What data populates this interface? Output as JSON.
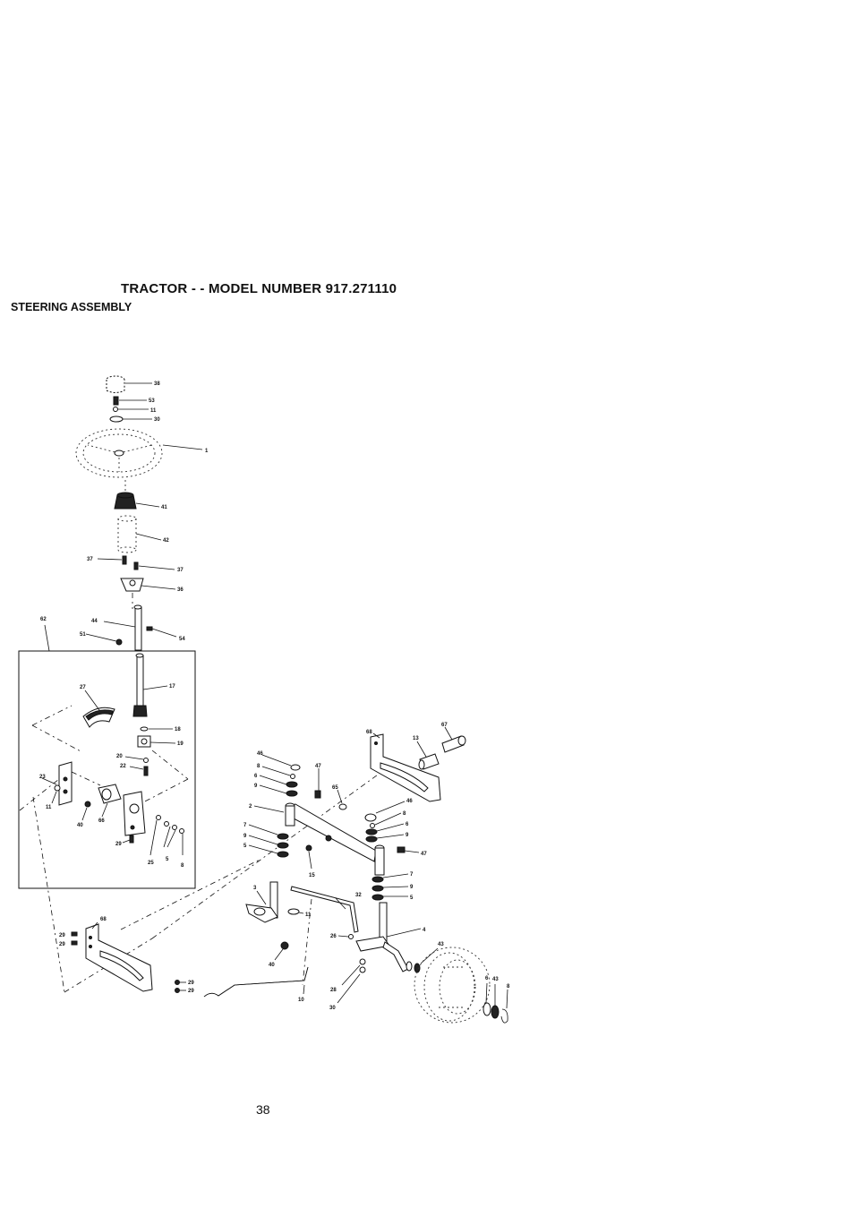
{
  "header": {
    "title": "TRACTOR - - MODEL NUMBER 917.271110",
    "section": "STEERING ASSEMBLY"
  },
  "page_number": "38",
  "callouts": {
    "c38": "38",
    "c53": "53",
    "c11a": "11",
    "c30a": "30",
    "c1": "1",
    "c41": "41",
    "c42": "42",
    "c37a": "37",
    "c37b": "37",
    "c36": "36",
    "c62": "62",
    "c44": "44",
    "c51": "51",
    "c54": "54",
    "c17": "17",
    "c27": "27",
    "c18": "18",
    "c19": "19",
    "c20": "20",
    "c22": "22",
    "c23": "23",
    "c11b": "11",
    "c40a": "40",
    "c66": "66",
    "c29a": "29",
    "c25": "25",
    "c5a": "5",
    "c8a": "8",
    "c68a": "68",
    "c67": "67",
    "c13": "13",
    "c46a": "46",
    "c8b": "8",
    "c6a": "6",
    "c9a": "9",
    "c47a": "47",
    "c65": "65",
    "c2": "2",
    "c7a": "7",
    "c9b": "9",
    "c5b": "5",
    "c15": "15",
    "c46b": "46",
    "c8c": "8",
    "c6b": "6",
    "c9c": "9",
    "c47b": "47",
    "c7b": "7",
    "c9d": "9",
    "c5c": "5",
    "c3": "3",
    "c32": "32",
    "c11c": "11",
    "c26": "26",
    "c4": "4",
    "c43a": "43",
    "c40b": "40",
    "c68b": "68",
    "c29b": "29",
    "c29c": "29",
    "c29d": "29",
    "c29e": "29",
    "c10": "10",
    "c28": "28",
    "c30b": "30",
    "c6c": "6",
    "c43b": "43",
    "c8d": "8"
  }
}
